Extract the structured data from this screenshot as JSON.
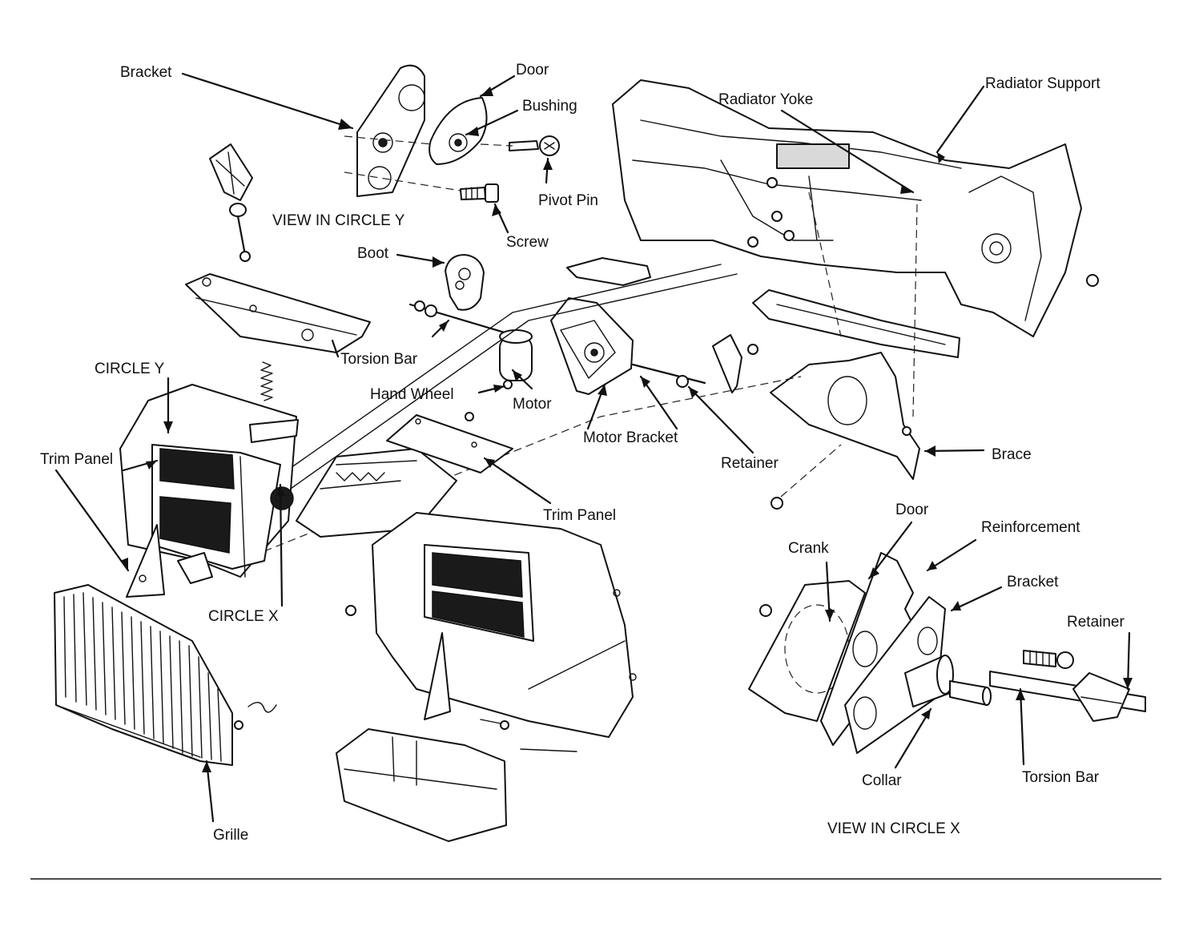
{
  "labels": {
    "bracket_top": "Bracket",
    "door_top": "Door",
    "bushing": "Bushing",
    "pivot_pin": "Pivot Pin",
    "screw": "Screw",
    "view_circle_y": "VIEW IN CIRCLE Y",
    "boot": "Boot",
    "torsion_bar_top": "Torsion Bar",
    "circle_y": "CIRCLE Y",
    "trim_panel_left": "Trim Panel",
    "hand_wheel": "Hand Wheel",
    "motor": "Motor",
    "motor_bracket": "Motor Bracket",
    "retainer_mid": "Retainer",
    "radiator_yoke": "Radiator Yoke",
    "radiator_support": "Radiator Support",
    "brace": "Brace",
    "trim_panel_mid": "Trim Panel",
    "circle_x": "CIRCLE X",
    "grille": "Grille",
    "crank": "Crank",
    "door_x": "Door",
    "reinforcement": "Reinforcement",
    "bracket_x": "Bracket",
    "retainer_x": "Retainer",
    "collar": "Collar",
    "torsion_bar_x": "Torsion Bar",
    "view_circle_x": "VIEW IN CIRCLE X"
  }
}
